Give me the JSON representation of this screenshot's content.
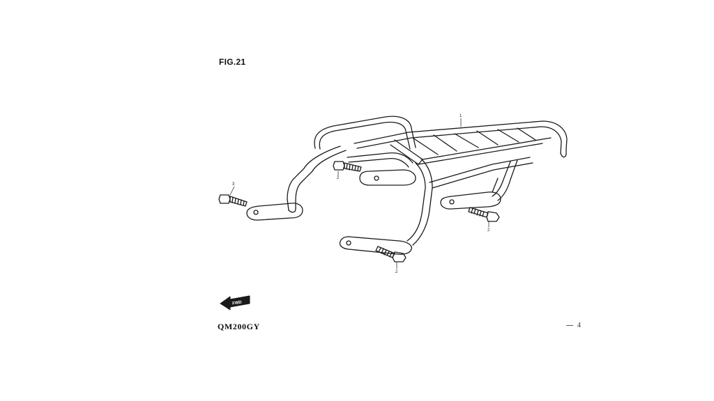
{
  "figure": {
    "title": "FIG.21"
  },
  "footer": {
    "model": "QM200GY",
    "page_number": "4"
  },
  "callouts": {
    "rack": "1",
    "bolt_top": "2",
    "bolt_left": "3",
    "bolt_right": "2",
    "bolt_bottom": "2"
  },
  "direction_arrow": {
    "label": "FWD",
    "icon": "fwd-arrow-icon"
  },
  "colors": {
    "line": "#1a1a1a",
    "background": "#ffffff"
  }
}
